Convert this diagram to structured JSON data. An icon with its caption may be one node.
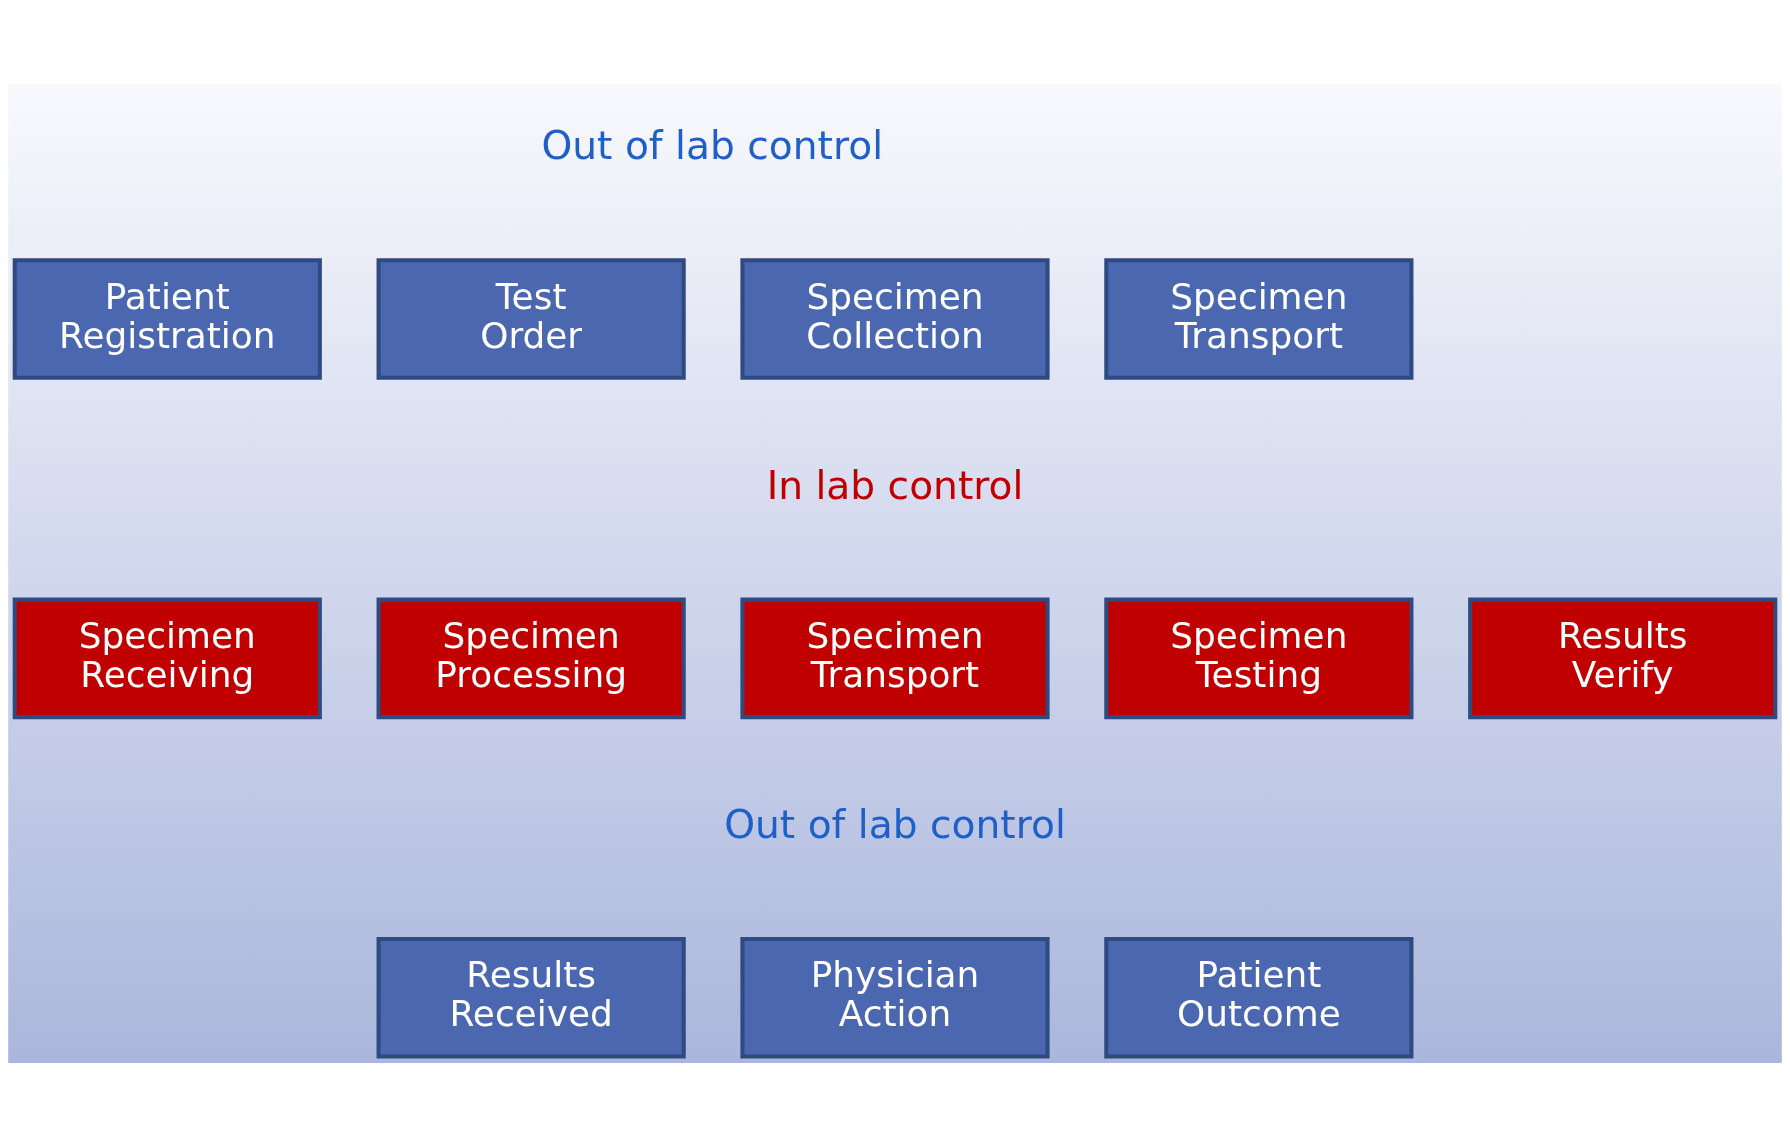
{
  "diagram": {
    "nodes": [
      {
        "text": [
          "Patient Registration"
        ]
      },
      {
        "text": [
          "Test Order"
        ]
      },
      {
        "text": [
          "Specimen Collection"
        ]
      },
      {
        "text": [
          "Specimen Transport"
        ]
      },
      {
        "text": [
          "Specimen Receiving"
        ]
      },
      {
        "text": [
          "Specimen Processing"
        ]
      },
      {
        "text": [
          "Specimen Transport"
        ]
      },
      {
        "text": [
          "Specimen Testing"
        ]
      },
      {
        "text": [
          "Results Verify"
        ]
      },
      {
        "text": [
          "Results Received"
        ]
      },
      {
        "text": [
          "Physician Action"
        ]
      },
      {
        "text": [
          "Patient Outcome"
        ]
      }
    ],
    "labels": [
      "Out of lab control",
      "In lab control",
      "Out of lab control"
    ]
  }
}
